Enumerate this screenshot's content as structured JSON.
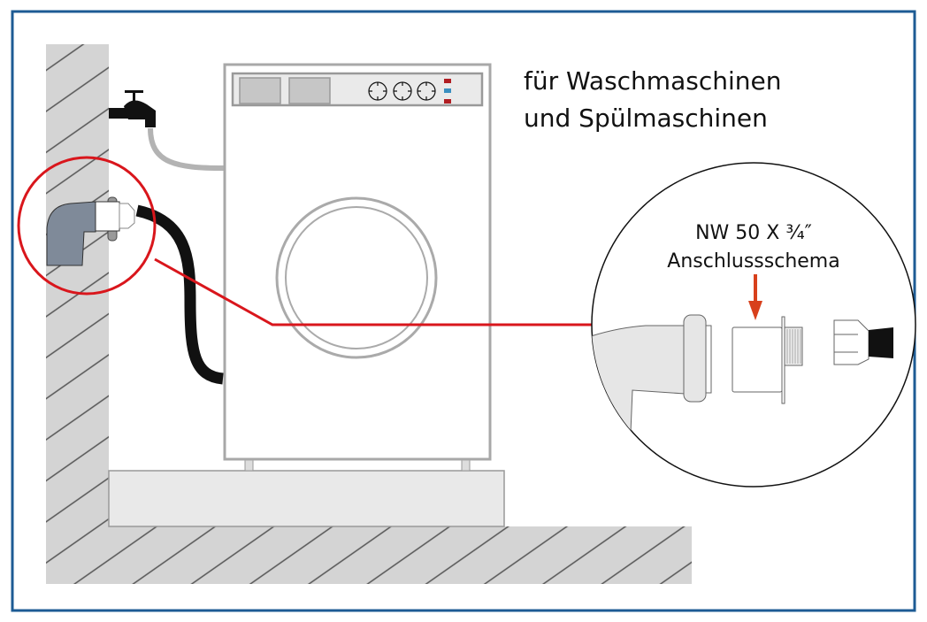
{
  "title": {
    "line1": "für Waschmaschinen",
    "line2": "und Spülmaschinen"
  },
  "detail": {
    "size_label": "NW 50 X ¾″",
    "caption": "Anschlussschema"
  },
  "colors": {
    "frame": "#1d5b94",
    "highlight": "#d9161c",
    "wall": "#d4d4d4",
    "elbow": "#7f8a99",
    "arrow": "#d8401c"
  }
}
